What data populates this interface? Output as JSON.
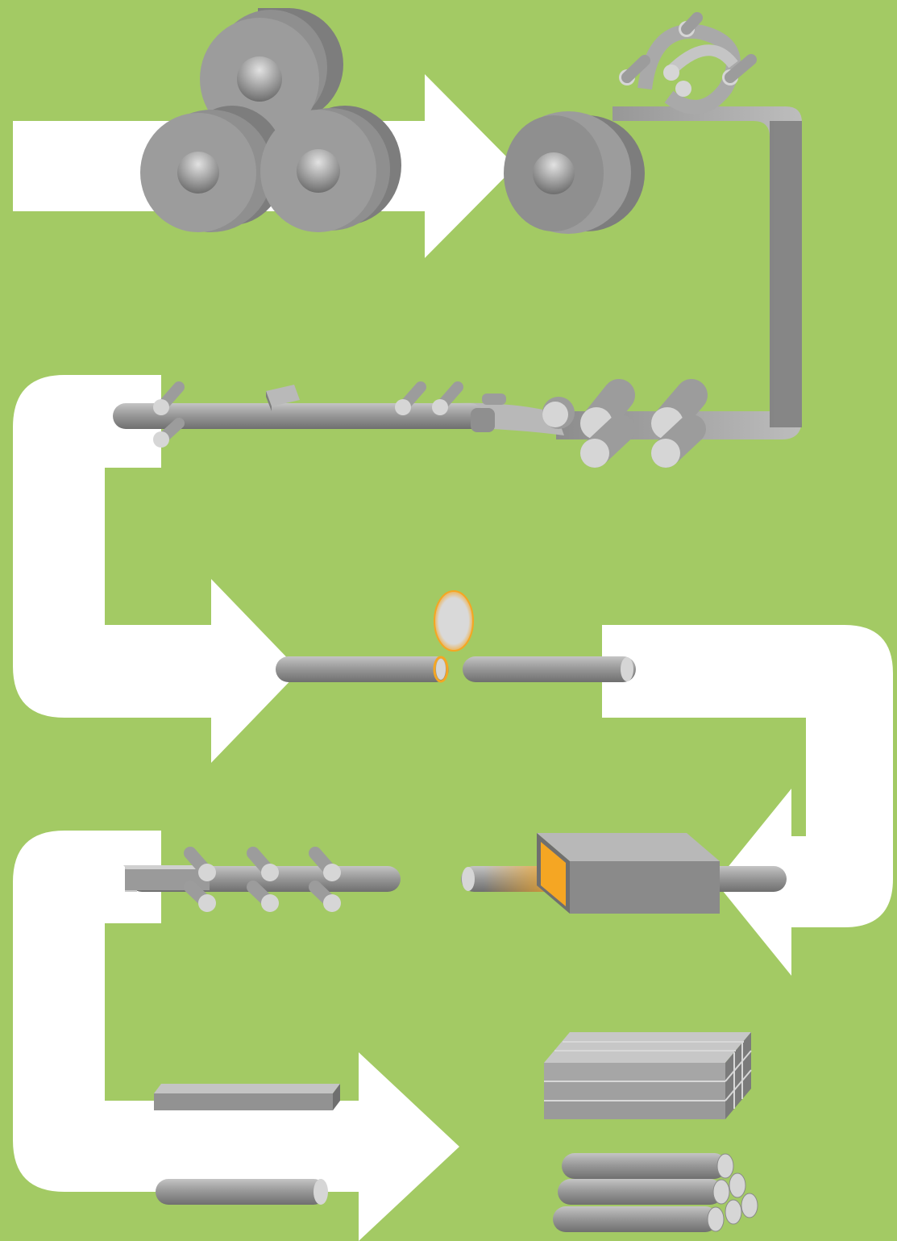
{
  "diagram": {
    "background_color": "#a3ca64",
    "flow_color": "#ffffff",
    "steel_color": "#9c9c9c",
    "steel_dark": "#7d7d7d",
    "steel_light": "#d6d6d6",
    "heat_color": "#f5a623",
    "stages": [
      {
        "name": "steel-coils-stack"
      },
      {
        "name": "uncoiling-and-strip-accumulator"
      },
      {
        "name": "roll-forming-line"
      },
      {
        "name": "welding-and-cutting"
      },
      {
        "name": "heat-treatment-furnace"
      },
      {
        "name": "sizing-rolls"
      },
      {
        "name": "finished-sections"
      },
      {
        "name": "finished-bundles"
      }
    ]
  }
}
